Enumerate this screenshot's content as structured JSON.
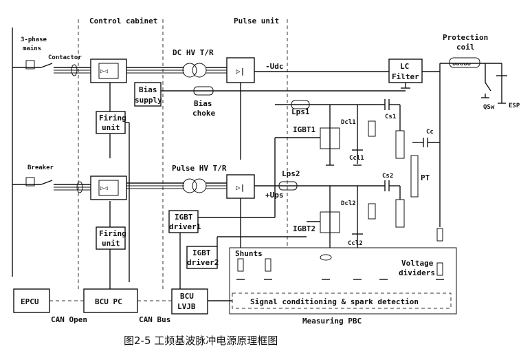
{
  "headers": {
    "control_cabinet": "Control cabinet",
    "pulse_unit": "Pulse unit"
  },
  "labels": {
    "three_phase_mains_1": "3-phase",
    "three_phase_mains_2": "mains",
    "contactor": "Contactor",
    "breaker": "Breaker",
    "dc_hv_tr": "DC HV T/R",
    "udc": "-Udc",
    "lc_filter_1": "LC",
    "lc_filter_2": "Filter",
    "protection_coil_1": "Protection",
    "protection_coil_2": "coil",
    "bias_supply_1": "Bias",
    "bias_supply_2": "supply",
    "bias_choke_1": "Bias",
    "bias_choke_2": "choke",
    "firing_unit_top_1": "Firing",
    "firing_unit_top_2": "unit",
    "firing_unit_bottom_1": "Firing",
    "firing_unit_bottom_2": "unit",
    "lps1": "Lps1",
    "cs1": "Cs1",
    "igbt1": "IGBT1",
    "dcl1": "Dcl1",
    "ccl1": "Ccl1",
    "cc": "Cc",
    "pt": "PT",
    "qsw": "QSw",
    "esp": "ESP",
    "pulse_hv_tr": "Pulse HV T/R",
    "lps2": "Lps2",
    "ups": "+Ups",
    "cs2": "Cs2",
    "igbt2": "IGBT2",
    "dcl2": "Dcl2",
    "ccl2": "Ccl2",
    "igbt_driver1_1": "IGBT",
    "igbt_driver1_2": "driver1",
    "igbt_driver2_1": "IGBT",
    "igbt_driver2_2": "driver2",
    "shunts": "Shunts",
    "voltage_dividers_1": "Voltage",
    "voltage_dividers_2": "dividers",
    "epcu": "EPCU",
    "bcu_pc": "BCU PC",
    "bcu_lvjb_1": "BCU",
    "bcu_lvjb_2": "LVJB",
    "signal_conditioning": "Signal conditioning & spark detection",
    "measuring_pbc": "Measuring PBC",
    "can_open": "CAN Open",
    "can_bus": "CAN Bus"
  },
  "caption": "图2-5  工频基波脉冲电源原理框图"
}
